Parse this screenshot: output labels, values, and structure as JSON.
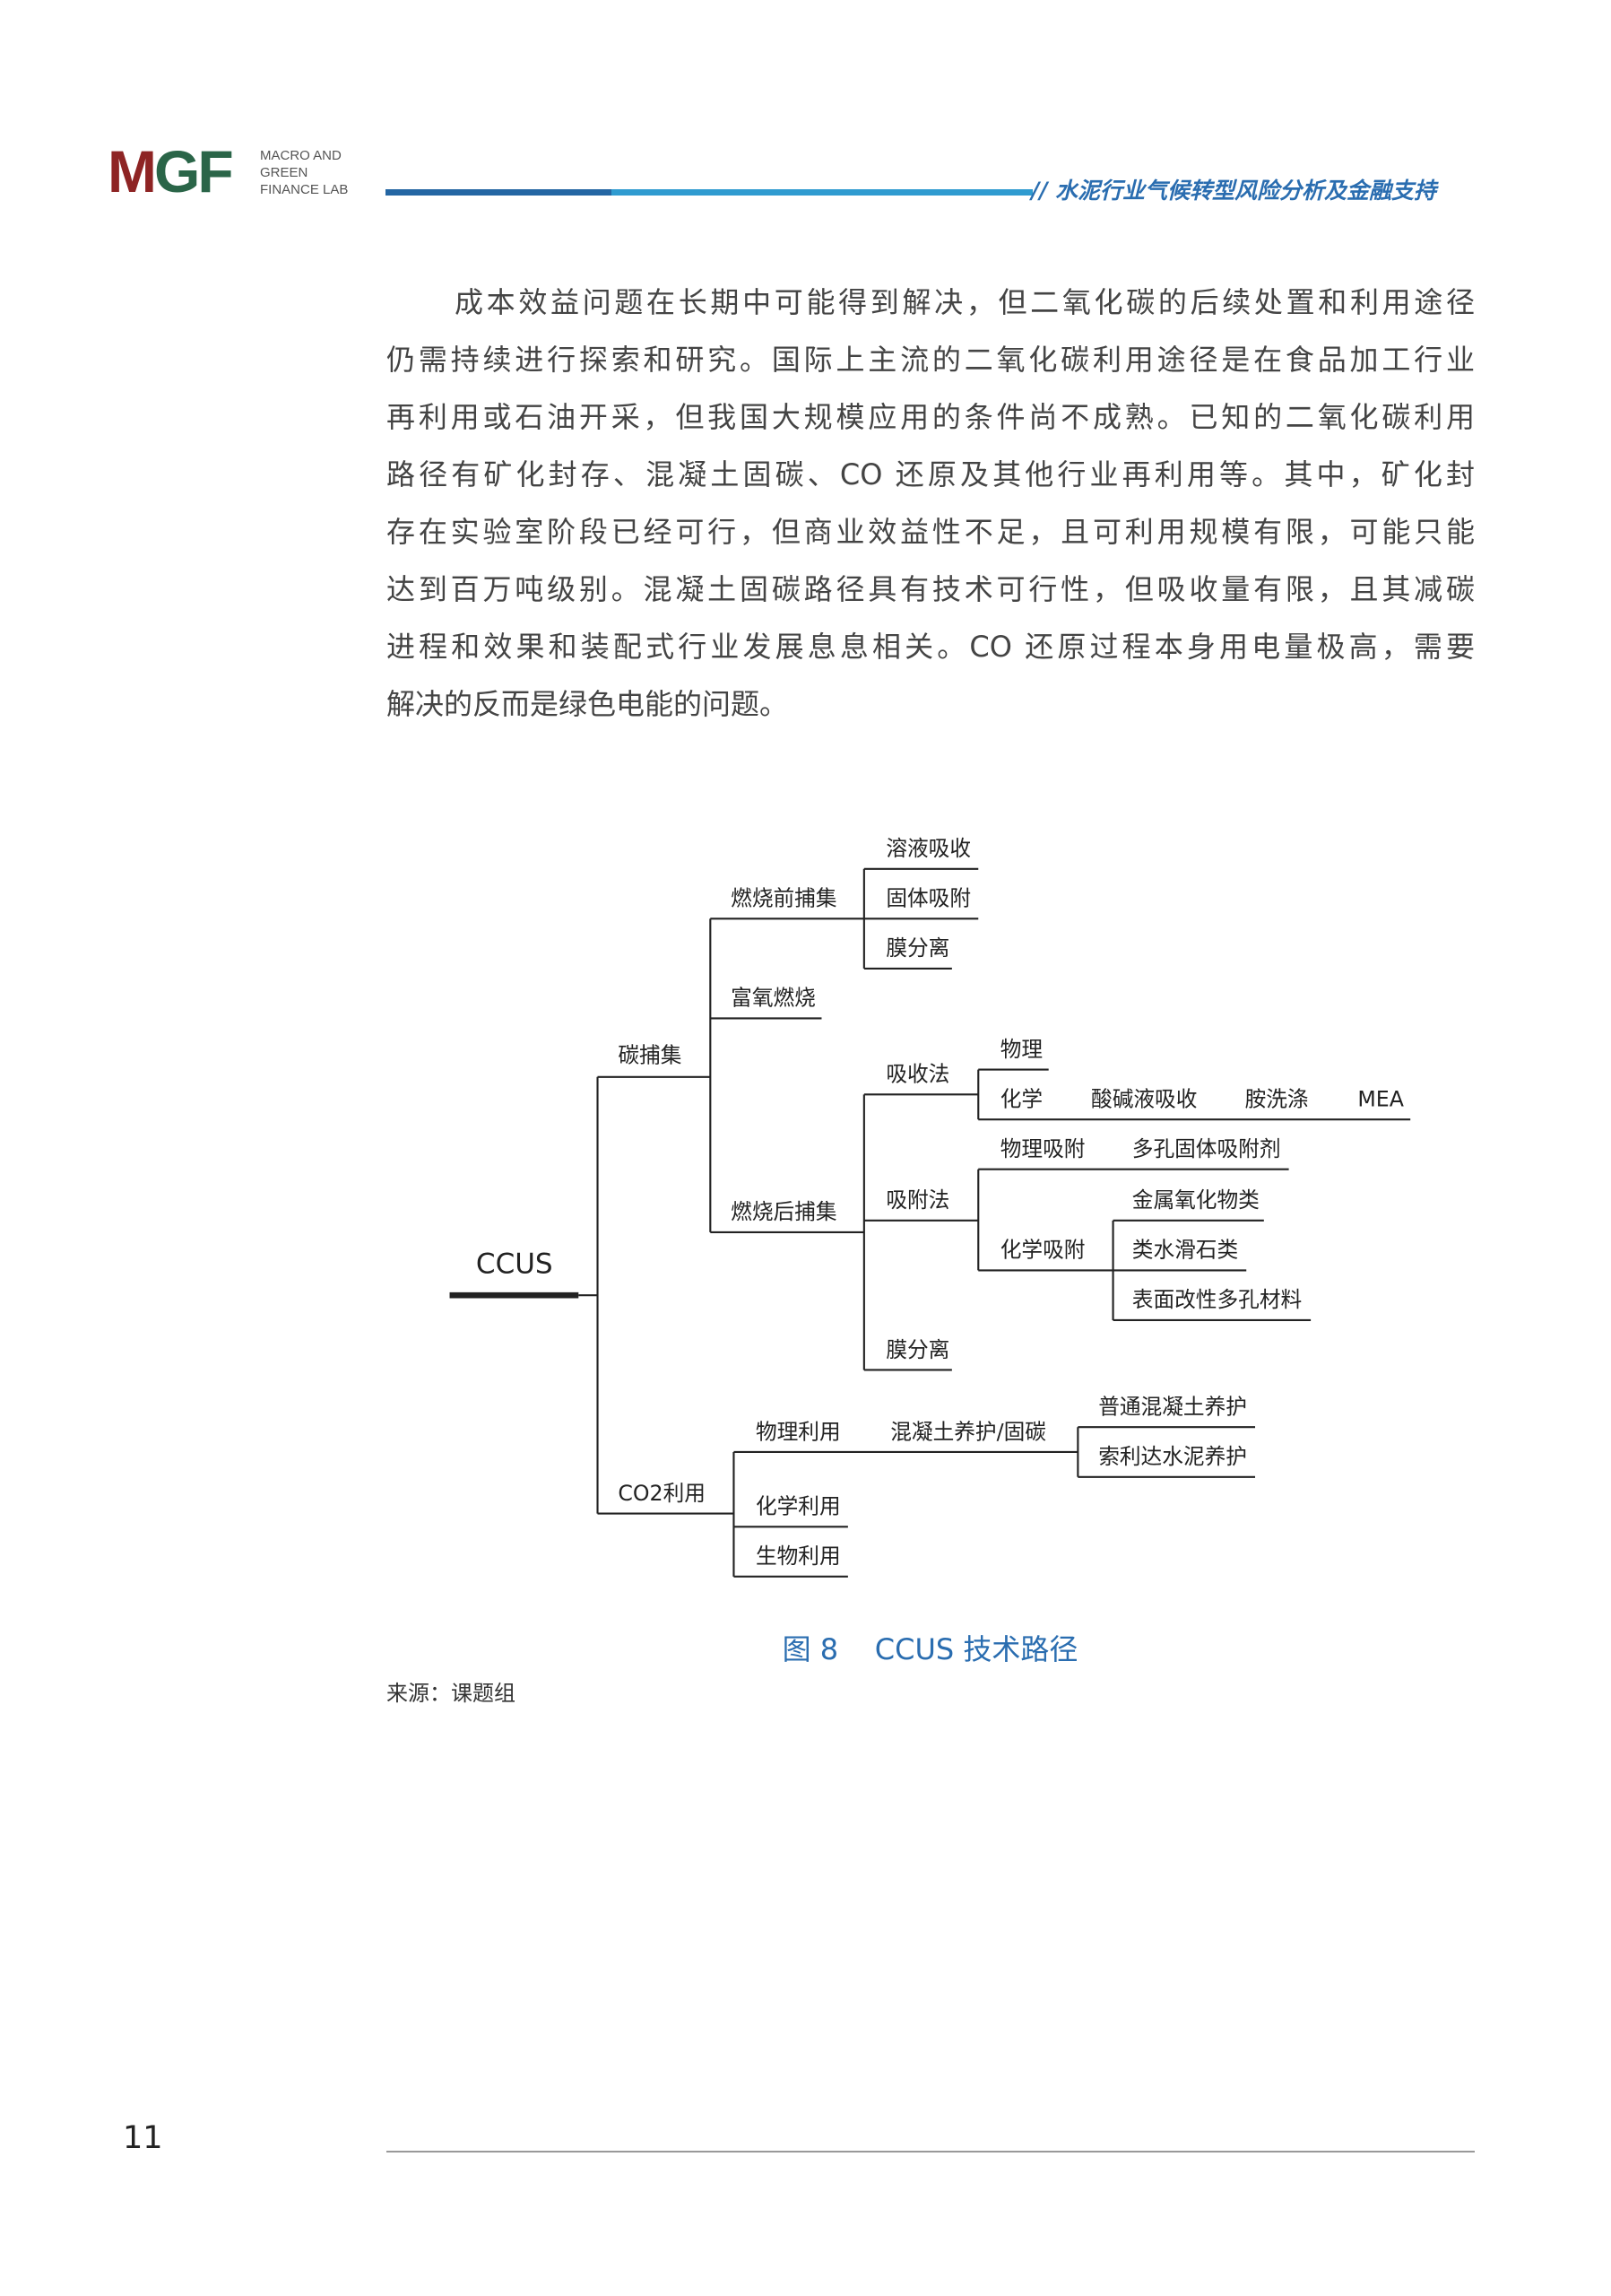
{
  "header": {
    "logo": {
      "mark_m": "M",
      "mark_gf": "GF",
      "lines": [
        "MACRO AND",
        "GREEN",
        "FINANCE LAB"
      ]
    },
    "title": "// 水泥行业气候转型风险分析及金融支持",
    "colors": {
      "bar_dark": "#2466a3",
      "bar_light": "#2f9bd0",
      "title": "#2a6db0"
    }
  },
  "body": {
    "paragraph_lines": [
      "成本效益问题在长期中可能得到解决，但二氧化碳的后续处置和利用途径",
      "仍需持续进行探索和研究。国际上主流的二氧化碳利用途径是在食品加工行业",
      "再利用或石油开采，但我国大规模应用的条件尚不成熟。已知的二氧化碳利用",
      "路径有矿化封存、混凝土固碳、CO 还原及其他行业再利用等。其中，矿化封",
      "存在实验室阶段已经可行，但商业效益性不足，且可利用规模有限，可能只能",
      "达到百万吨级别。混凝土固碳路径具有技术可行性，但吸收量有限，且其减碳",
      "进程和效果和装配式行业发展息息相关。CO 还原过程本身用电量极高，需要",
      "解决的反而是绿色电能的问题。"
    ]
  },
  "diagram": {
    "root": "CCUS",
    "capture": "碳捕集",
    "pre": "燃烧前捕集",
    "pre_items": [
      "溶液吸收",
      "固体吸附",
      "膜分离"
    ],
    "oxy": "富氧燃烧",
    "post": "燃烧后捕集",
    "absorb": "吸收法",
    "absorb_phys": "物理",
    "absorb_chem": "化学",
    "absorb_chem_chain": [
      "酸碱液吸收",
      "胺洗涤",
      "MEA"
    ],
    "adsorb": "吸附法",
    "adsorb_phys": "物理吸附",
    "adsorb_phys_item": "多孔固体吸附剂",
    "adsorb_chem": "化学吸附",
    "adsorb_chem_items": [
      "金属氧化物类",
      "类水滑石类",
      "表面改性多孔材料"
    ],
    "post_membrane": "膜分离",
    "use": "CO2利用",
    "use_phys": "物理利用",
    "use_phys_item": "混凝土养护/固碳",
    "use_phys_sub": [
      "普通混凝土养护",
      "索利达水泥养护"
    ],
    "use_chem": "化学利用",
    "use_bio": "生物利用"
  },
  "caption": "图 8    CCUS 技术路径",
  "source": "来源：课题组",
  "page_number": "11"
}
